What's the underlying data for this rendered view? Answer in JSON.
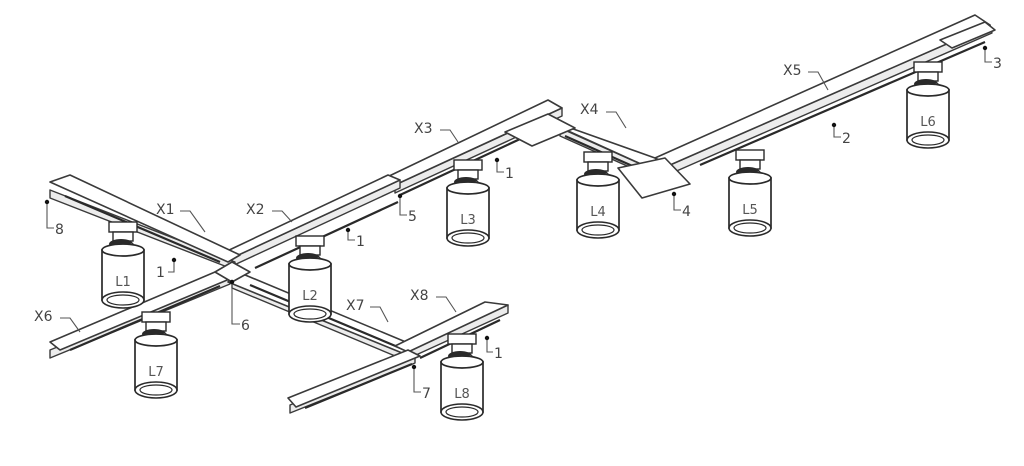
{
  "rails": [
    {
      "label": "X1"
    },
    {
      "label": "X2"
    },
    {
      "label": "X3"
    },
    {
      "label": "X4"
    },
    {
      "label": "X5"
    },
    {
      "label": "X6"
    },
    {
      "label": "X7"
    },
    {
      "label": "X8"
    }
  ],
  "lamps": [
    {
      "label": "L1"
    },
    {
      "label": "L2"
    },
    {
      "label": "L3"
    },
    {
      "label": "L4"
    },
    {
      "label": "L5"
    },
    {
      "label": "L6"
    },
    {
      "label": "L7"
    },
    {
      "label": "L8"
    }
  ],
  "callouts": [
    {
      "label": "1"
    },
    {
      "label": "1"
    },
    {
      "label": "1"
    },
    {
      "label": "1"
    },
    {
      "label": "2"
    },
    {
      "label": "3"
    },
    {
      "label": "4"
    },
    {
      "label": "5"
    },
    {
      "label": "6"
    },
    {
      "label": "7"
    },
    {
      "label": "8"
    }
  ],
  "colors": {
    "line": "#3a3a3a",
    "text": "#444444",
    "background": "#ffffff"
  }
}
